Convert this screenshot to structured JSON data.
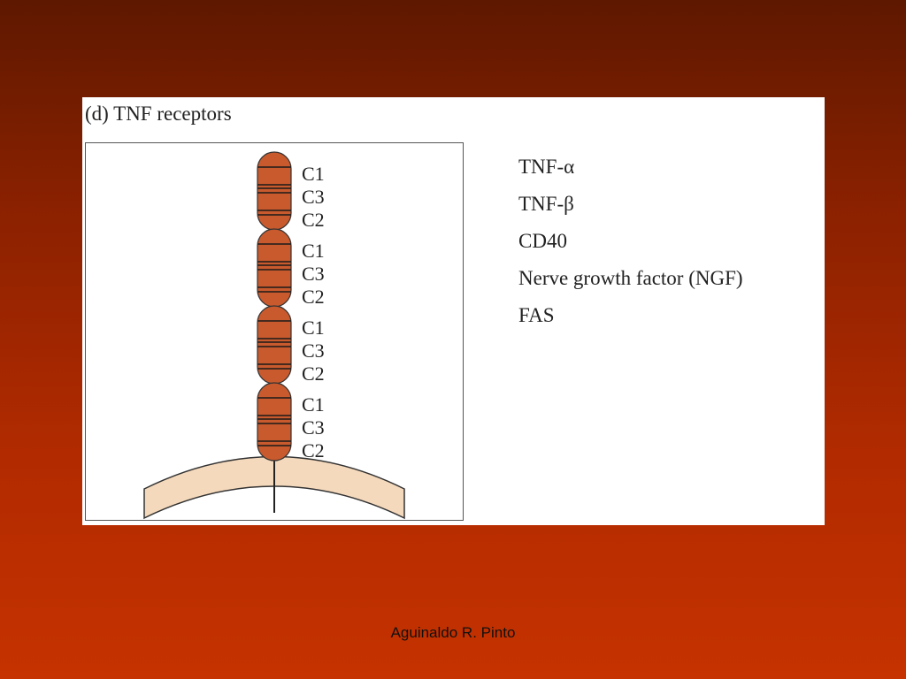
{
  "figure": {
    "title": "(d) TNF receptors",
    "domains": [
      {
        "labels": [
          "C1",
          "C3",
          "C2"
        ]
      },
      {
        "labels": [
          "C1",
          "C3",
          "C2"
        ]
      },
      {
        "labels": [
          "C1",
          "C3",
          "C2"
        ]
      },
      {
        "labels": [
          "C1",
          "C3",
          "C2"
        ]
      }
    ],
    "ligands": [
      "TNF-α",
      "TNF-β",
      "CD40",
      "Nerve growth factor (NGF)",
      "FAS"
    ]
  },
  "colors": {
    "domain_fill": "#c95a2d",
    "membrane_fill": "#f5d9bc",
    "background_top": "#5e1800",
    "background_bottom": "#c63200"
  },
  "footer": {
    "author": "Aguinaldo R. Pinto"
  }
}
